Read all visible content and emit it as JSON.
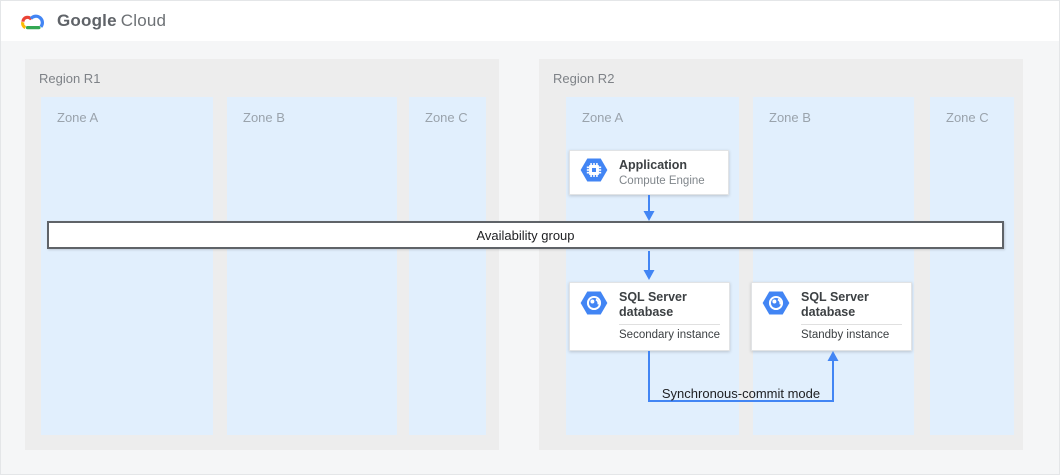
{
  "header": {
    "brand_primary": "Google",
    "brand_secondary": "Cloud"
  },
  "regions": [
    {
      "label": "Region R1",
      "zones": [
        {
          "label": "Zone A"
        },
        {
          "label": "Zone B"
        },
        {
          "label": "Zone C"
        }
      ]
    },
    {
      "label": "Region R2",
      "zones": [
        {
          "label": "Zone A"
        },
        {
          "label": "Zone B"
        },
        {
          "label": "Zone C"
        }
      ]
    }
  ],
  "availability_group": {
    "label": "Availability group"
  },
  "cards": {
    "application": {
      "title": "Application",
      "subtitle": "Compute Engine",
      "icon": "compute-engine-icon"
    },
    "sql_secondary": {
      "title": "SQL Server database",
      "instance_label": "Secondary instance",
      "icon": "sql-server-icon"
    },
    "sql_standby": {
      "title": "SQL Server database",
      "instance_label": "Standby instance",
      "icon": "sql-server-icon"
    }
  },
  "connections": {
    "sync_commit_label": "Synchronous-commit mode"
  },
  "colors": {
    "accent_blue": "#4285f4",
    "zone_fill": "#e1effd",
    "region_fill": "#ededed",
    "canvas_fill": "#f5f6f7",
    "band_border": "#5f6368",
    "logo_red": "#ea4335",
    "logo_yellow": "#fbbc04",
    "logo_green": "#34a853"
  }
}
